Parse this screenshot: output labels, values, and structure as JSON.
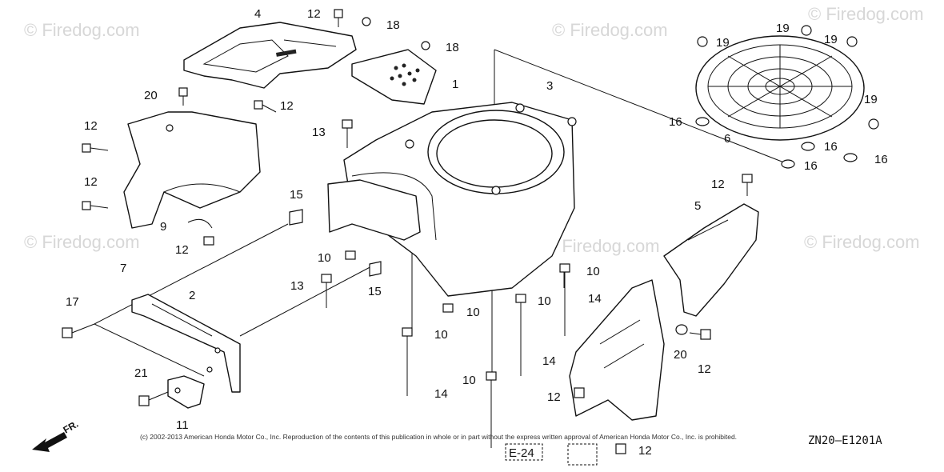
{
  "diagram": {
    "code": "ZN20—E1201A",
    "copyright": "(c) 2002-2013 American Honda Motor Co., Inc. Reproduction of the contents of this publication in whole or in part without the express written approval of American Honda Motor Co., Inc. is prohibited.",
    "watermark": "© Firedog.com",
    "direction_label": "FR.",
    "ref_box": "E-24",
    "callouts": [
      {
        "id": "c1",
        "text": "1"
      },
      {
        "id": "c2",
        "text": "2"
      },
      {
        "id": "c3",
        "text": "3"
      },
      {
        "id": "c4",
        "text": "4"
      },
      {
        "id": "c5",
        "text": "5"
      },
      {
        "id": "c6",
        "text": "6"
      },
      {
        "id": "c7",
        "text": "7"
      },
      {
        "id": "c9",
        "text": "9"
      },
      {
        "id": "c10a",
        "text": "10"
      },
      {
        "id": "c10b",
        "text": "10"
      },
      {
        "id": "c10c",
        "text": "10"
      },
      {
        "id": "c10d",
        "text": "10"
      },
      {
        "id": "c10e",
        "text": "10"
      },
      {
        "id": "c10f",
        "text": "10"
      },
      {
        "id": "c11",
        "text": "11"
      },
      {
        "id": "c12a",
        "text": "12"
      },
      {
        "id": "c12b",
        "text": "12"
      },
      {
        "id": "c12c",
        "text": "12"
      },
      {
        "id": "c12d",
        "text": "12"
      },
      {
        "id": "c12e",
        "text": "12"
      },
      {
        "id": "c12f",
        "text": "12"
      },
      {
        "id": "c12g",
        "text": "12"
      },
      {
        "id": "c12h",
        "text": "12"
      },
      {
        "id": "c12i",
        "text": "12"
      },
      {
        "id": "c13a",
        "text": "13"
      },
      {
        "id": "c13b",
        "text": "13"
      },
      {
        "id": "c14a",
        "text": "14"
      },
      {
        "id": "c14b",
        "text": "14"
      },
      {
        "id": "c14c",
        "text": "14"
      },
      {
        "id": "c15a",
        "text": "15"
      },
      {
        "id": "c15b",
        "text": "15"
      },
      {
        "id": "c16a",
        "text": "16"
      },
      {
        "id": "c16b",
        "text": "16"
      },
      {
        "id": "c16c",
        "text": "16"
      },
      {
        "id": "c16d",
        "text": "16"
      },
      {
        "id": "c17",
        "text": "17"
      },
      {
        "id": "c18a",
        "text": "18"
      },
      {
        "id": "c18b",
        "text": "18"
      },
      {
        "id": "c19a",
        "text": "19"
      },
      {
        "id": "c19b",
        "text": "19"
      },
      {
        "id": "c19c",
        "text": "19"
      },
      {
        "id": "c19d",
        "text": "19"
      },
      {
        "id": "c20a",
        "text": "20"
      },
      {
        "id": "c20b",
        "text": "20"
      },
      {
        "id": "c21",
        "text": "21"
      }
    ]
  }
}
